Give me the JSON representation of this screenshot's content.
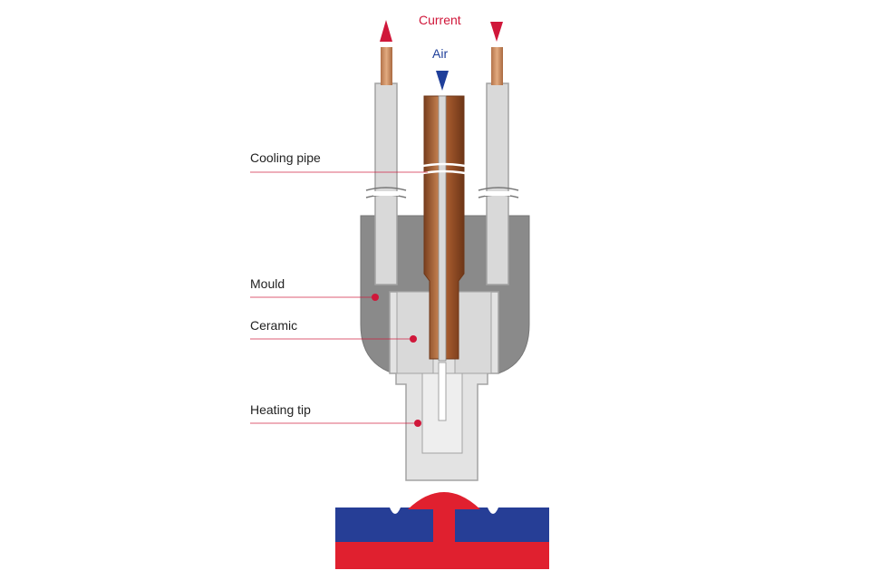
{
  "header": {
    "current_label": "Current",
    "air_label": "Air"
  },
  "labels": {
    "cooling_pipe": "Cooling pipe",
    "mould": "Mould",
    "ceramic": "Ceramic",
    "heating_tip": "Heating tip"
  },
  "colors": {
    "current": "#d0173a",
    "air": "#1f3f9a",
    "mould": "#8a8a8a",
    "pipe": "#d9d9d9",
    "copper": "#b56a3d",
    "workpiece_top": "#263e96",
    "workpiece_bottom": "#e0202f"
  },
  "icons": {
    "current_out": "arrow-up-icon",
    "current_in": "arrow-down-icon",
    "air_in": "arrow-down-icon"
  }
}
